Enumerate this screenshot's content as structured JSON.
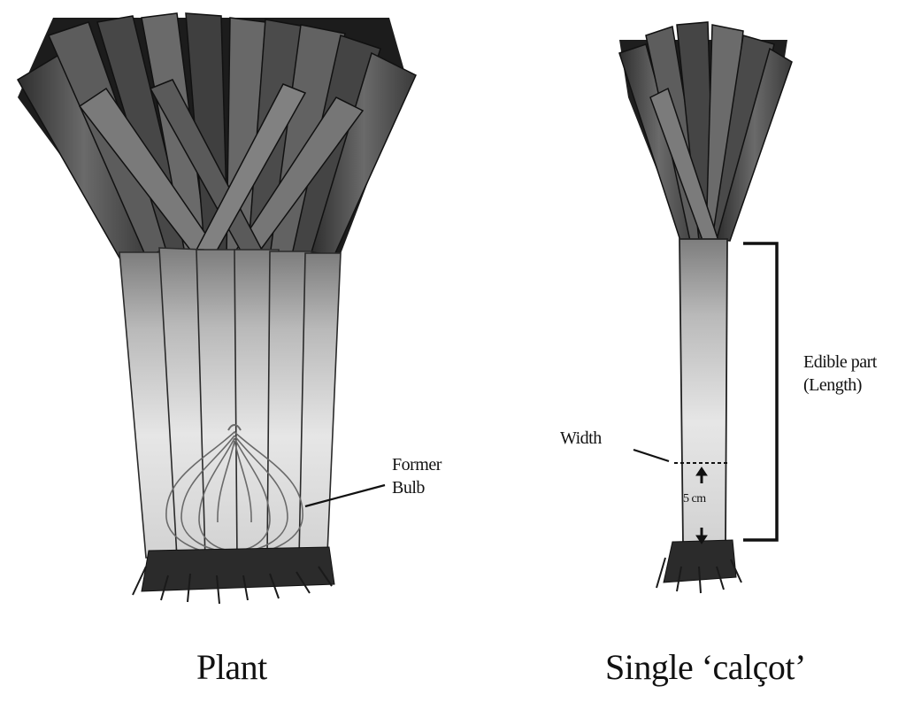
{
  "captions": {
    "plant": "Plant",
    "single": "Single ‘calçot’"
  },
  "annotations": {
    "former_bulb_line1": "Former",
    "former_bulb_line2": "Bulb",
    "width": "Width",
    "measure": "5 cm",
    "edible_line1": "Edible part",
    "edible_line2": "(Length)"
  },
  "colors": {
    "ink": "#111111",
    "leaf_dark": "#3a3a3a",
    "leaf_mid": "#6e6e6e",
    "stem_light": "#d9d9d9",
    "roots": "#2b2b2b"
  }
}
